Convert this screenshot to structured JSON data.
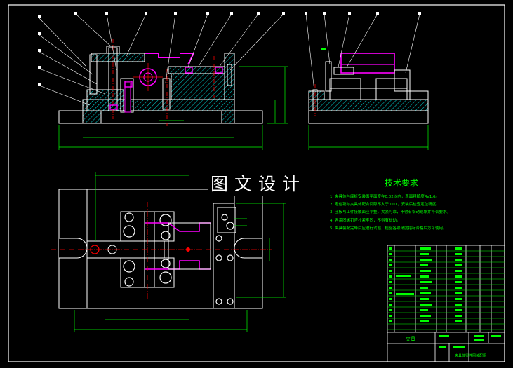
{
  "watermark": "图文设计",
  "technical_requirements": {
    "title": "技术要求",
    "notes": [
      "1. 夹具体与底板安装面平面度在0.02以内，表面粗糙度Ra1.6。",
      "2. 定位销与夹具体配合间隙不大于0.01，安装后检查定位精度。",
      "3. 压板与工件接触面应平整，夹紧可靠，不得有松动现象并符合要求。",
      "4. 各紧固螺钉应拧紧牢固，不得有松动。",
      "5. 夹具装配完毕后应进行试验，检验各项精度指标合格后方可使用。"
    ]
  },
  "title_block": {
    "label_left": "夹具",
    "label_right": "夹具体零件图装配图"
  },
  "colors": {
    "outline": "#ffffff",
    "dimension": "#00ff00",
    "hatch": "#00c8c8",
    "center": "#ff0000",
    "highlight": "#ff00ff"
  }
}
